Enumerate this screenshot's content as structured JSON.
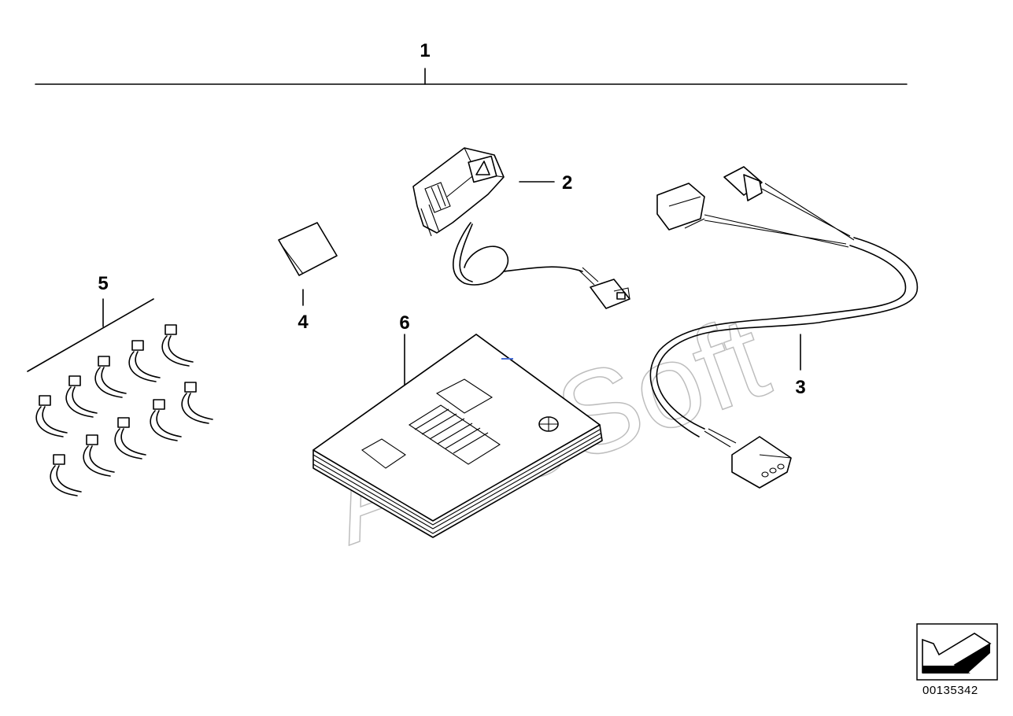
{
  "callouts": {
    "c1": "1",
    "c2": "2",
    "c3": "3",
    "c4": "4",
    "c5": "5",
    "c6": "6"
  },
  "watermark": "AutoSoft",
  "reference_number": "00135342",
  "nav_icon": "arrow-left-down-icon",
  "colors": {
    "line": "#000000",
    "background": "#ffffff",
    "watermark": "#bdbdbd",
    "accent_mark": "#4a6fd6"
  }
}
